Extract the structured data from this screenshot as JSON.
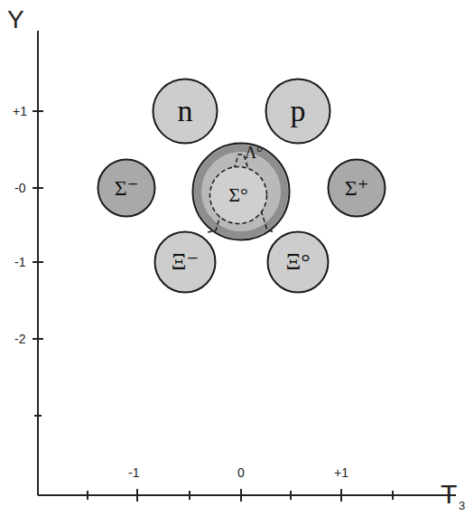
{
  "diagram": {
    "nodes": [
      {
        "text": [
          "n"
        ]
      },
      {
        "text": [
          "p"
        ]
      },
      {
        "text": [
          "Σ⁻"
        ]
      },
      {
        "text": [
          "Λ°"
        ]
      },
      {
        "text": [
          "Σ°"
        ],
        "in": 3
      },
      {
        "text": [
          "Σ⁺"
        ]
      },
      {
        "text": [
          "Ξ⁻"
        ]
      },
      {
        "text": [
          "Ξ°"
        ]
      }
    ],
    "labels": [
      "Y",
      "+1",
      "-0",
      "-1",
      "-2",
      "-1",
      "0",
      "+1",
      "T",
      "3"
    ]
  }
}
